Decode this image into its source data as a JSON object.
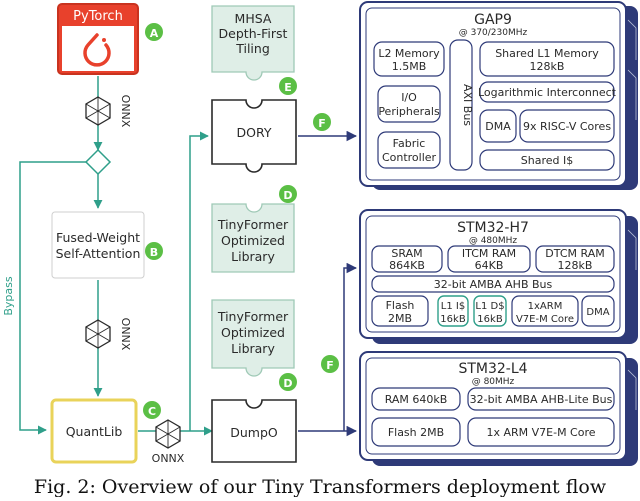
{
  "nodes": {
    "pytorch": "PyTorch",
    "onnx_1": "ONNX",
    "bypass": "Bypass",
    "fused_line1": "Fused-Weight",
    "fused_line2": "Self-Attention",
    "onnx_2": "ONNX",
    "quantlib": "QuantLib",
    "onnx_3": "ONNX",
    "dumpo": "DumpO",
    "dory": "DORY",
    "mhsa_line1": "MHSA",
    "mhsa_line2": "Depth-First",
    "mhsa_line3": "Tiling",
    "tinyformer1_line1": "TinyFormer",
    "tinyformer1_line2": "Optimized",
    "tinyformer1_line3": "Library",
    "tinyformer2_line1": "TinyFormer",
    "tinyformer2_line2": "Optimized",
    "tinyformer2_line3": "Library"
  },
  "badges": {
    "a": "A",
    "b": "B",
    "c": "C",
    "d1": "D",
    "d2": "D",
    "e": "E",
    "f1": "F",
    "f2": "F"
  },
  "gap9": {
    "title": "GAP9",
    "freq": "@ 370/230MHz",
    "l2_line1": "L2 Memory",
    "l2_line2": "1.5MB",
    "io_line1": "I/O",
    "io_line2": "Peripherals",
    "fabric_line1": "Fabric",
    "fabric_line2": "Controller",
    "axi": "AXI Bus",
    "shared_l1_line1": "Shared L1 Memory",
    "shared_l1_line2": "128kB",
    "log_ic": "Logarithmic Interconnect",
    "dma": "DMA",
    "riscv": "9x RISC-V Cores",
    "shared_icache": "Shared I$"
  },
  "stm32h7": {
    "title": "STM32-H7",
    "freq": "@ 480MHz",
    "sram_line1": "SRAM",
    "sram_line2": "864KB",
    "itcm_line1": "ITCM RAM",
    "itcm_line2": "64KB",
    "dtcm_line1": "DTCM RAM",
    "dtcm_line2": "128kB",
    "bus": "32-bit AMBA AHB Bus",
    "flash_line1": "Flash",
    "flash_line2": "2MB",
    "l1i_line1": "L1 I$",
    "l1i_line2": "16kB",
    "l1d_line1": "L1 D$",
    "l1d_line2": "16kB",
    "arm_line1": "1xARM",
    "arm_line2": "V7E-M Core",
    "dma": "DMA"
  },
  "stm32l4": {
    "title": "STM32-L4",
    "freq": "@ 80MHz",
    "ram": "RAM 640kB",
    "bus": "32-bit AMBA AHB-Lite Bus",
    "flash": "Flash 2MB",
    "arm": "1x ARM V7E-M Core"
  },
  "caption": "Fig. 2: Overview of our Tiny Transformers deployment flow",
  "colors": {
    "teal": "#2f9f8a",
    "pytorch_red": "#e8412c",
    "quantlib_yellow": "#e9d35a",
    "green_badge": "#5bbf45",
    "navy": "#2e3a78",
    "puzzle_fill": "#dfeee7",
    "puzzle_stroke": "#9fc9b6"
  }
}
